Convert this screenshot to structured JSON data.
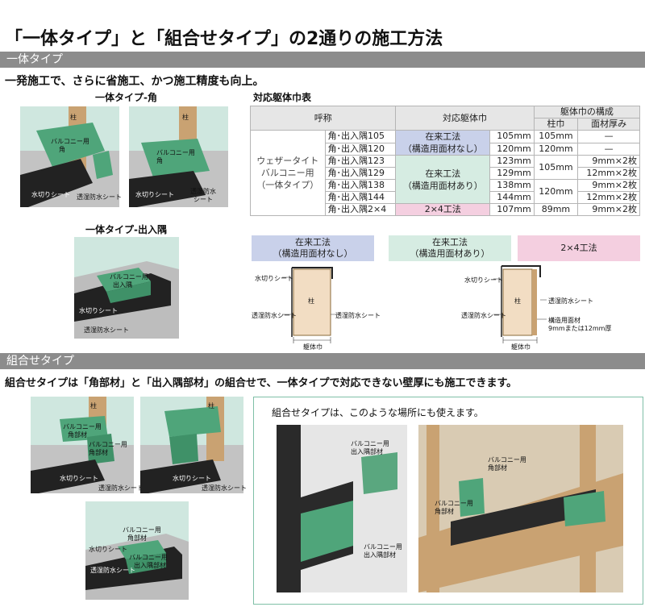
{
  "title": "「一体タイプ」と「組合せタイプ」の2通りの施工方法",
  "section1": {
    "label": "一体タイプ",
    "lead": "一発施工で、さらに省施工、かつ施工精度も向上。",
    "illus": {
      "corner_caption": "一体タイプ-角",
      "outer_caption": "一体タイプ-出入隅",
      "labels": {
        "pillar": "柱",
        "balcony": "バルコニー用",
        "corner": "角",
        "balcony_inout": "バルコニー用",
        "inout": "出入隅",
        "drain_sheet": "水切りシート",
        "wet_sheet": "透湿防水シート",
        "wet_sheet_a": "透湿防水",
        "wet_sheet_b": "シート"
      }
    },
    "table": {
      "caption": "対応躯体巾表",
      "headers": {
        "name": "呼称",
        "body": "対応躯体巾",
        "composition": "躯体巾の構成",
        "pillar": "柱巾",
        "panel": "面材厚み"
      },
      "product": [
        "ウェザータイト",
        "バルコニー用",
        "（一体タイプ）"
      ],
      "rows": [
        {
          "type": "角･出入隅105",
          "width": "105mm"
        },
        {
          "type": "角･出入隅120",
          "width": "120mm"
        },
        {
          "type": "角･出入隅123",
          "width": "123mm"
        },
        {
          "type": "角･出入隅129",
          "width": "129mm"
        },
        {
          "type": "角･出入隅138",
          "width": "138mm"
        },
        {
          "type": "角･出入隅144",
          "width": "144mm"
        },
        {
          "type": "角･出入隅2×4",
          "width": "107mm"
        }
      ],
      "methods": {
        "a1": "在来工法",
        "a2": "（構造用面材なし）",
        "b1": "在来工法",
        "b2": "（構造用面材あり）",
        "c": "2×4工法"
      },
      "pillar_values": [
        "105mm",
        "120mm",
        "105mm",
        "120mm",
        "89mm"
      ],
      "panel_values": [
        "—",
        "—",
        "9mm×2枚",
        "12mm×2枚",
        "9mm×2枚",
        "12mm×2枚",
        "9mm×2枚"
      ]
    },
    "diagrams": {
      "a_title1": "在来工法",
      "a_title2": "（構造用面材なし）",
      "b_title1": "在来工法",
      "b_title2": "（構造用面材あり）",
      "c_title": "2×4工法",
      "drain": "水切りシート",
      "wet": "透湿防水シート",
      "pillar": "柱",
      "body_width": "躯体巾",
      "panel_label": "構造用面材",
      "panel_spec": "9mmまたは12mm厚"
    }
  },
  "section2": {
    "label": "組合せタイプ",
    "lead": "組合せタイプは「角部材」と「出入隅部材」の組合せで、一体タイプで対応できない壁厚にも施工できます。",
    "frame_title": "組合せタイプは、このような場所にも使えます。",
    "labels": {
      "pillar": "柱",
      "balcony": "バルコニー用",
      "corner_part": "角部材",
      "inout_part": "出入隅部材",
      "drain": "水切りシート",
      "wet": "透湿防水シート"
    }
  },
  "colors": {
    "section_bar": "#8c8c8c",
    "green_part": "#5aa77f",
    "pillar": "#c9a272",
    "black_beam": "#2a2a2a",
    "wall": "#bdbdbd"
  }
}
